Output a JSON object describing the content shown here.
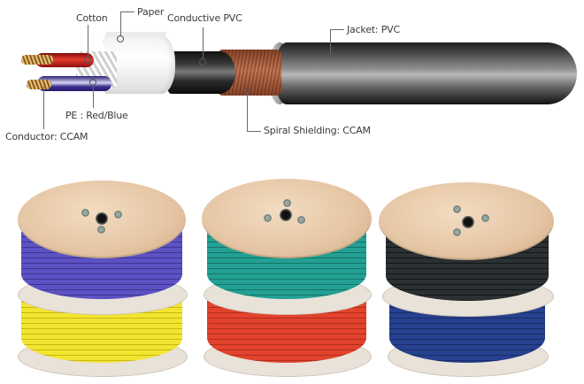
{
  "diagram": {
    "title": "Cable cross-section",
    "labels": {
      "cotton": "Cotton",
      "paper": "Paper",
      "conductive_pvc": "Conductive PVC",
      "jacket": "Jacket: PVC",
      "pe": "PE : Red/Blue",
      "conductor": "Conductor: CCAM",
      "spiral_shielding": "Spiral Shielding: CCAM"
    }
  },
  "reels": [
    {
      "name": "reel-1",
      "top_color": "purple",
      "bottom_color": "yellow",
      "top_hex": "#5a4fc0",
      "bottom_hex": "#f0e12a"
    },
    {
      "name": "reel-2",
      "top_color": "teal",
      "bottom_color": "red",
      "top_hex": "#1e9e8f",
      "bottom_hex": "#e0412c"
    },
    {
      "name": "reel-3",
      "top_color": "black",
      "bottom_color": "blue",
      "top_hex": "#262a2c",
      "bottom_hex": "#243c8a"
    }
  ]
}
